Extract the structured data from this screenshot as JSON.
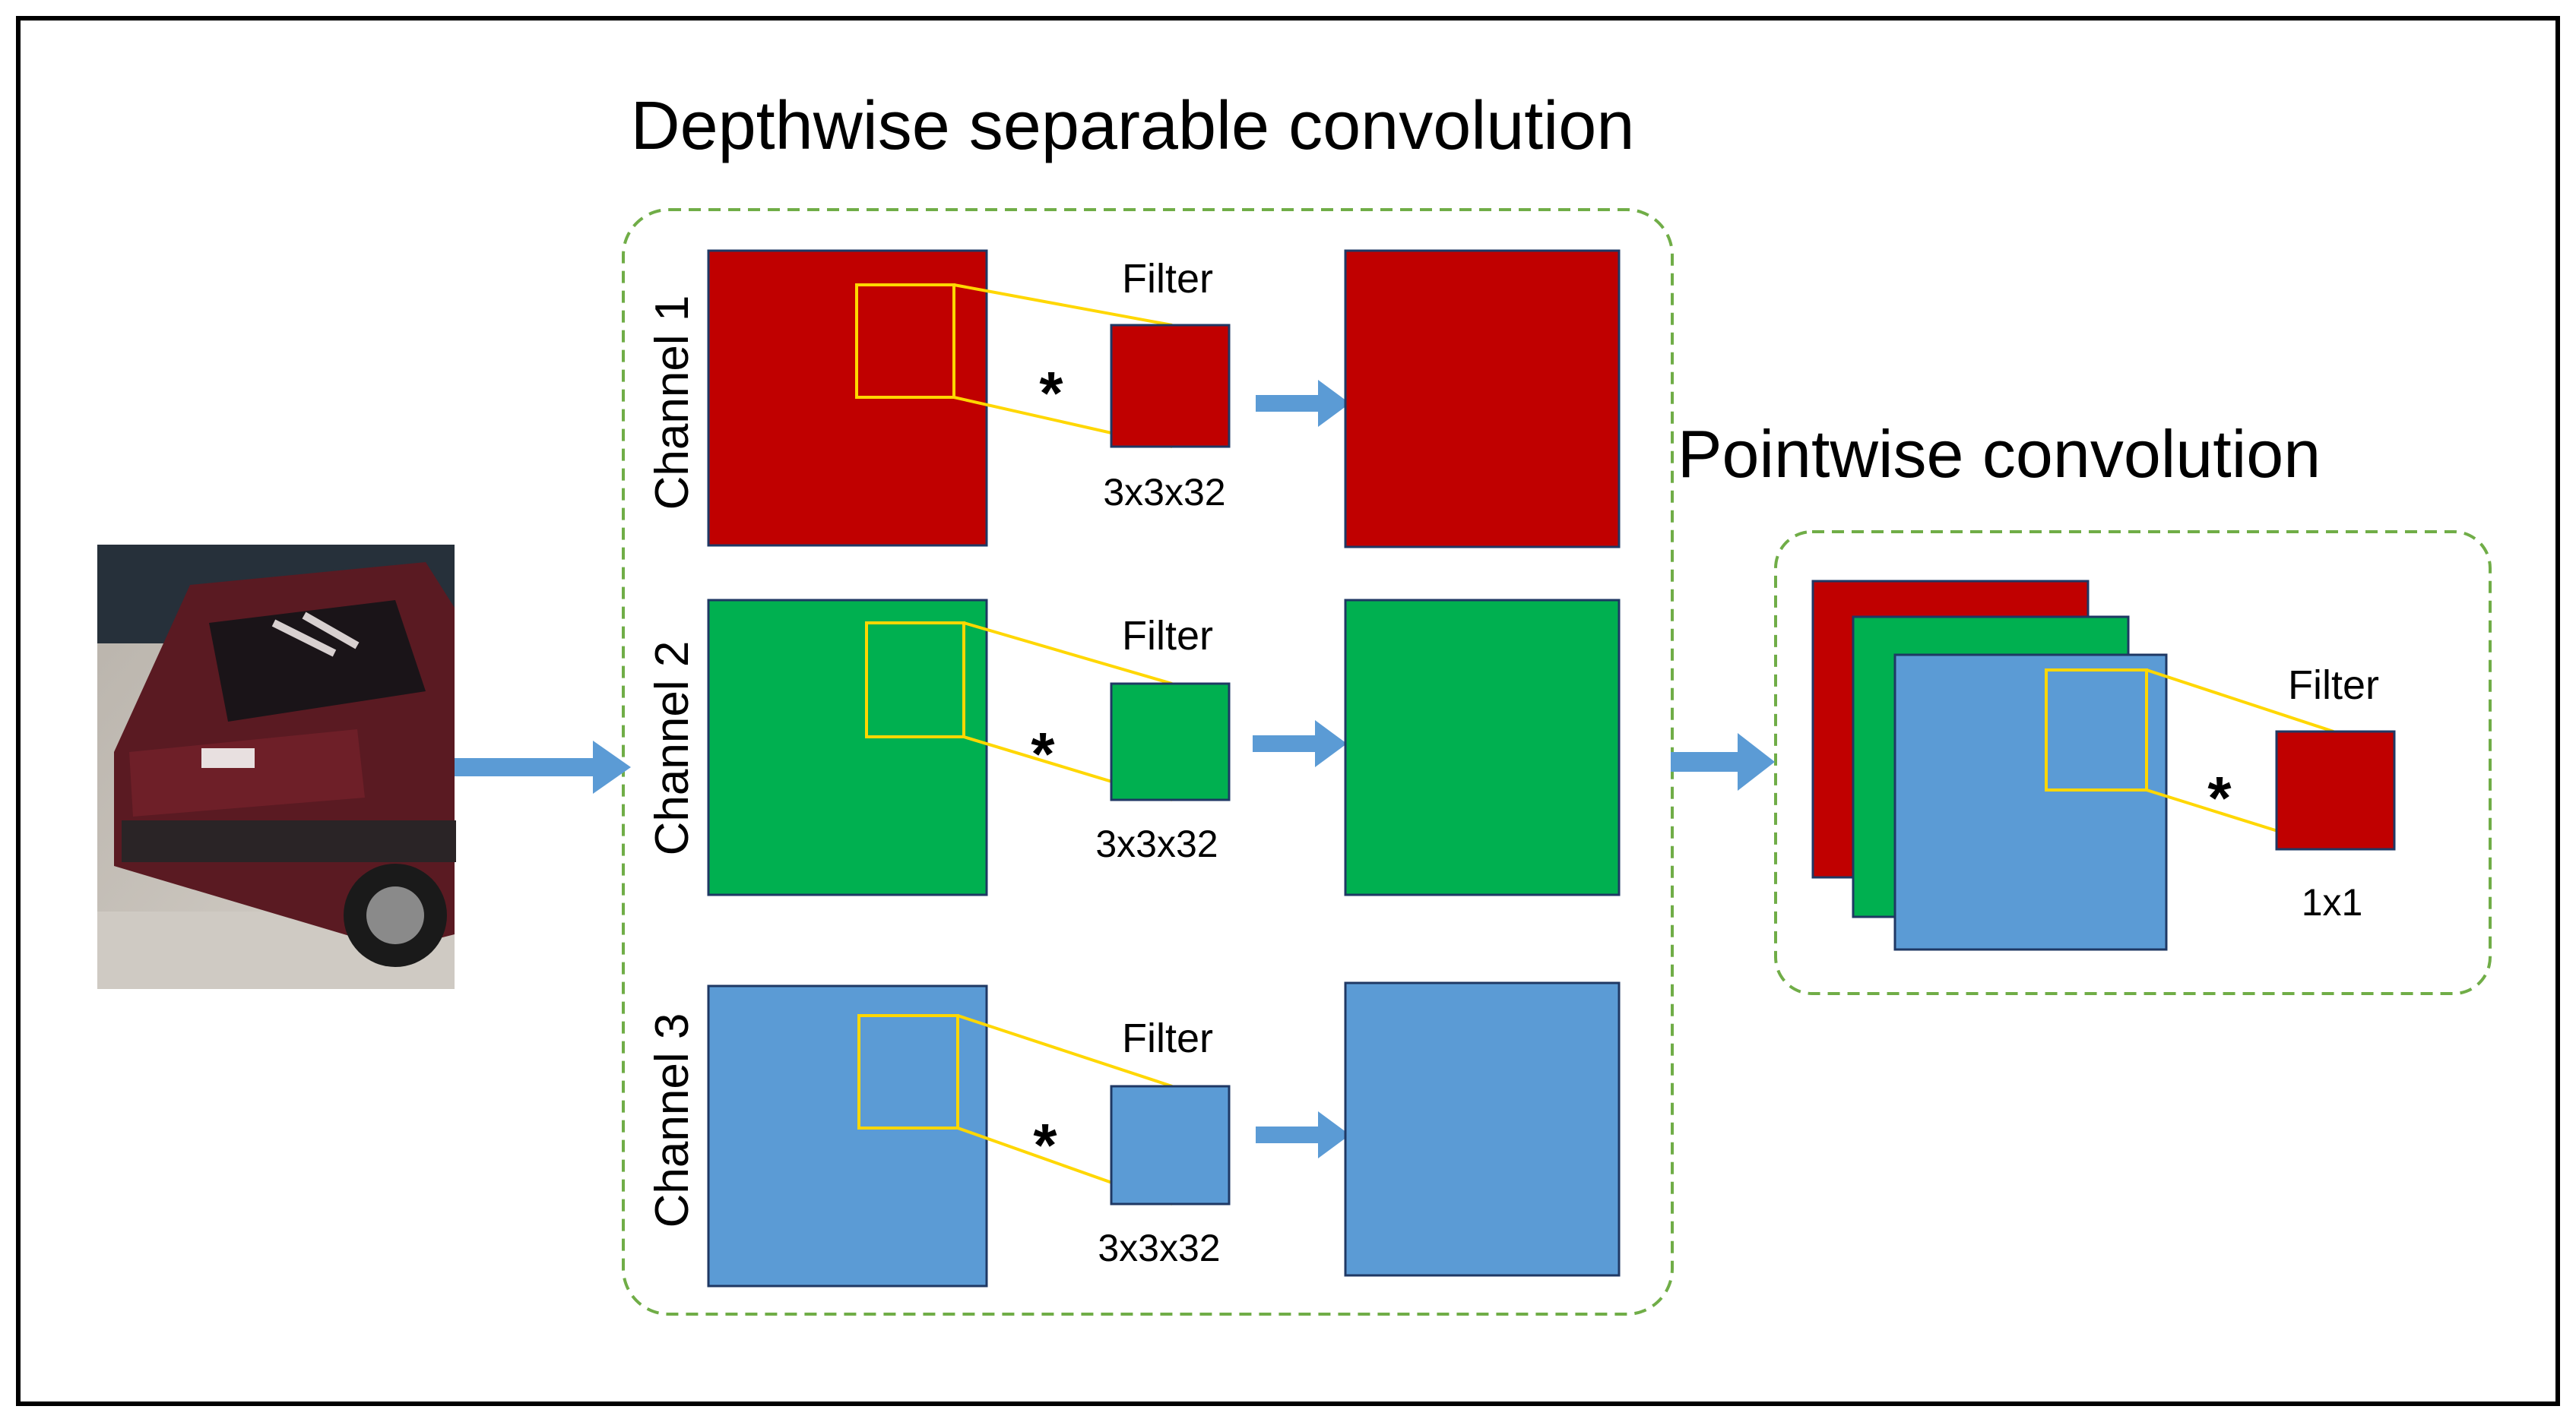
{
  "title_depthwise": "Depthwise separable convolution",
  "title_pointwise": "Pointwise convolution",
  "operator_symbol": "*",
  "channels": [
    {
      "label": "Channel 1",
      "filter_label": "Filter",
      "filter_size": "3x3x32",
      "color": "#c00000"
    },
    {
      "label": "Channel 2",
      "filter_label": "Filter",
      "filter_size": "3x3x32",
      "color": "#00b050"
    },
    {
      "label": "Channel 3",
      "filter_label": "Filter",
      "filter_size": "3x3x32",
      "color": "#5b9bd5"
    }
  ],
  "pointwise": {
    "filter_label": "Filter",
    "filter_size": "1x1"
  },
  "colors": {
    "arrow": "#5b9bd5",
    "dashed_border": "#70ad47",
    "receptive_field": "#ffd700",
    "frame": "#000000",
    "square_border": "#1f3864"
  },
  "input_image": {
    "subject": "rear view of a dark red hatchback car"
  }
}
